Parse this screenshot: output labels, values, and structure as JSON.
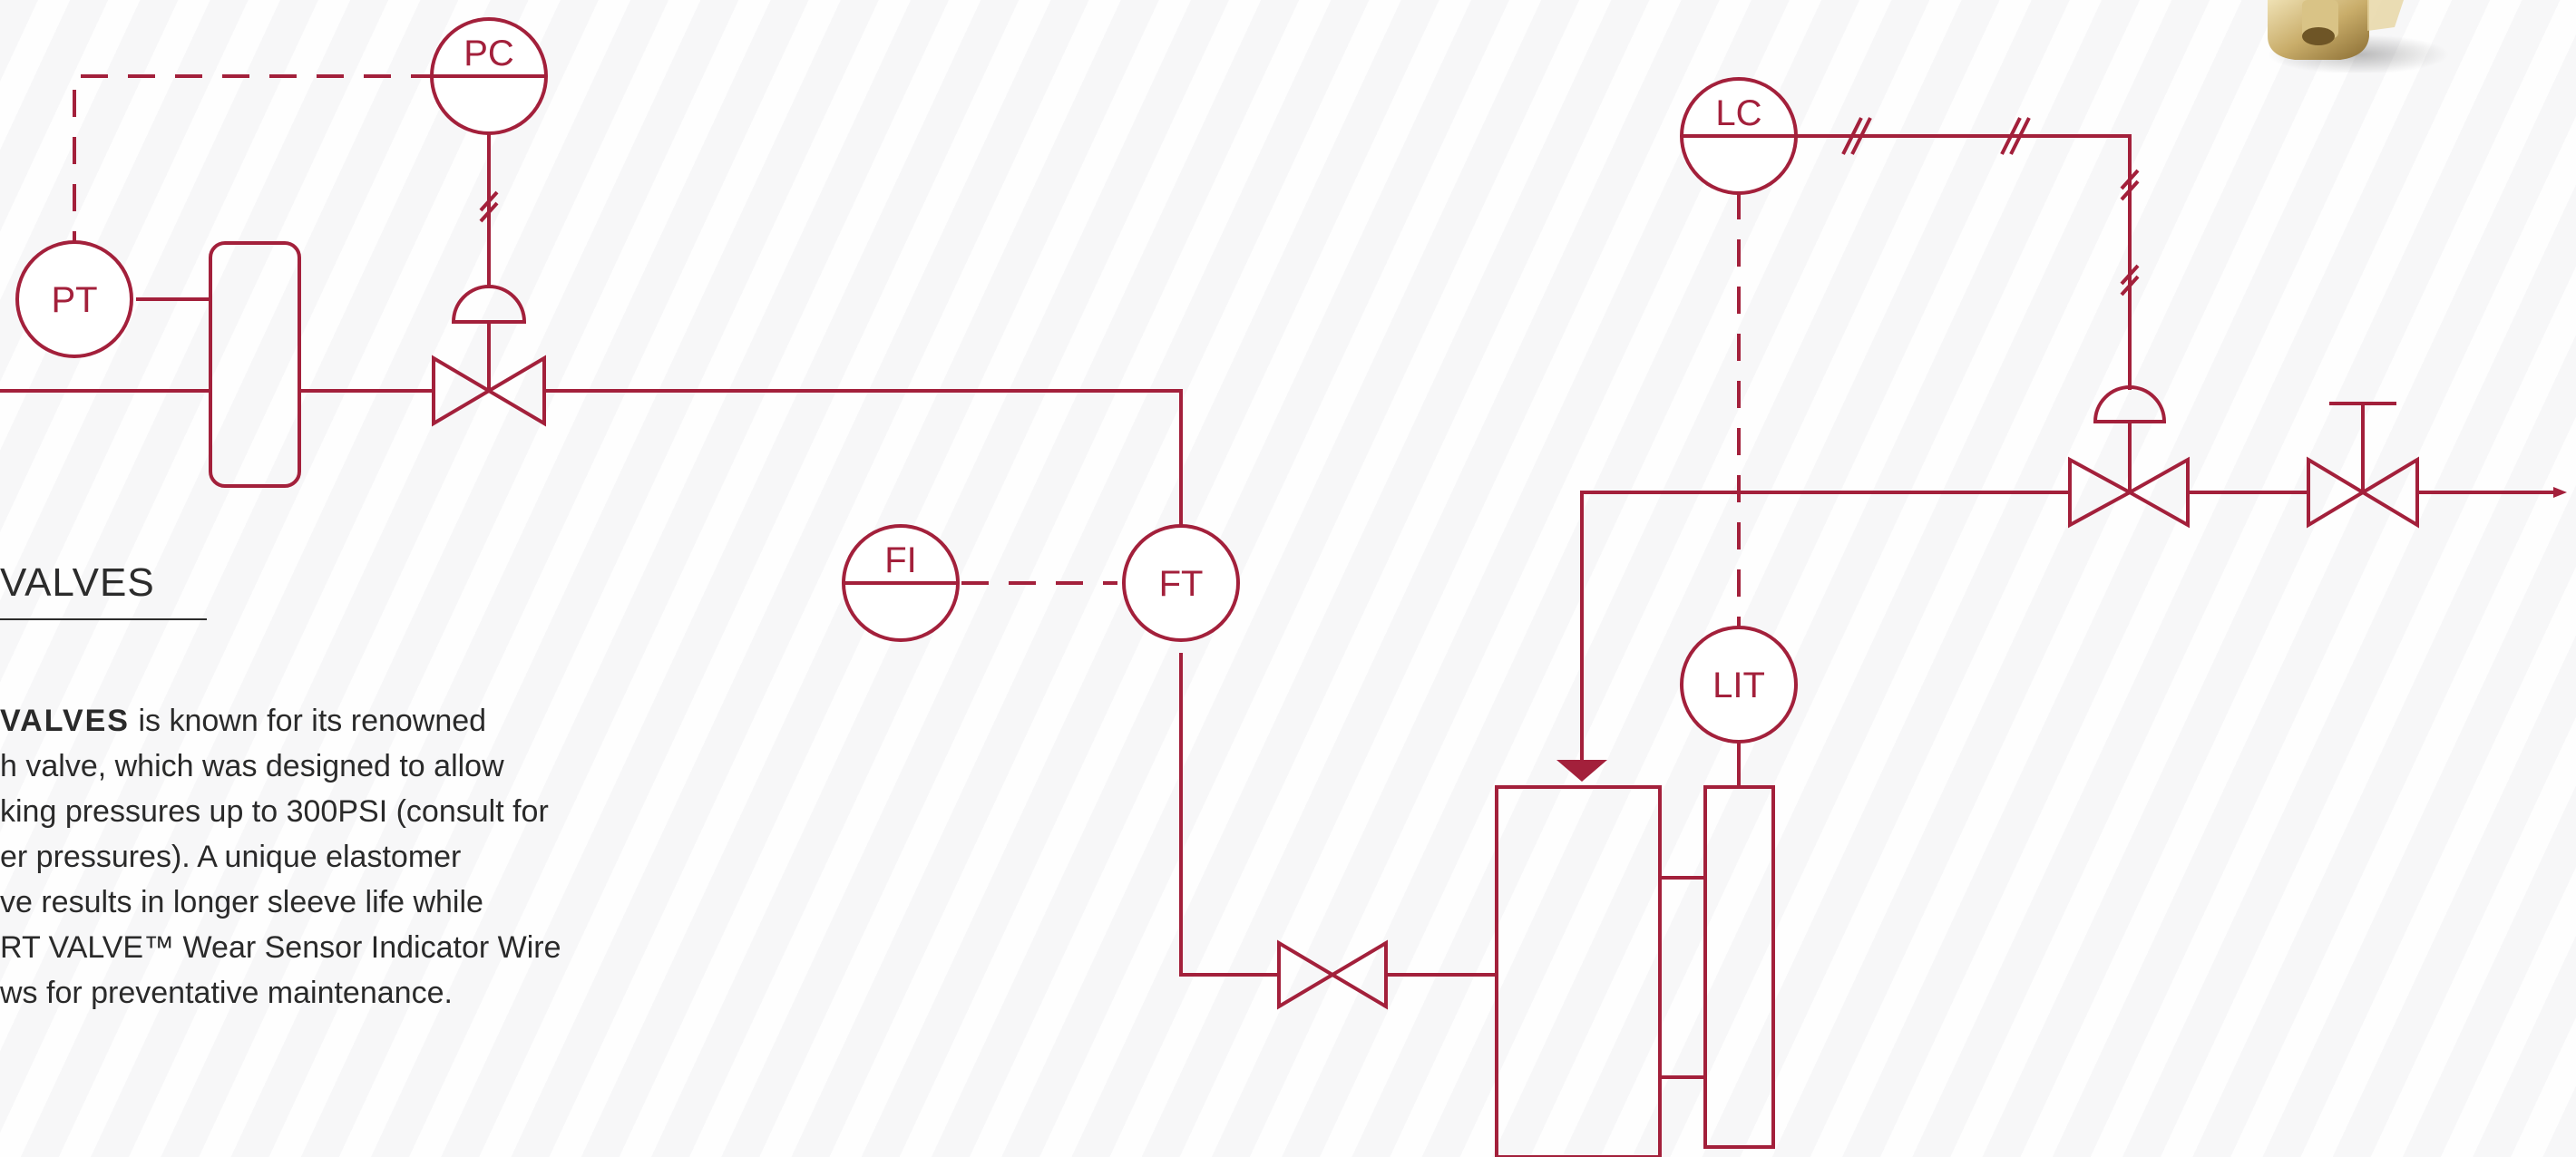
{
  "colors": {
    "line": "#a3203b",
    "text": "#2a2a2a",
    "background": "#f7f7f8"
  },
  "instruments": {
    "pc": "PC",
    "pt": "PT",
    "fi": "FI",
    "ft": "FT",
    "lc": "LC",
    "lit": "LIT"
  },
  "section": {
    "heading": "VALVES",
    "lines": [
      {
        "bold": "VALVES",
        "rest": " is known for its renowned"
      },
      {
        "bold": "",
        "rest": "h valve, which was designed to allow"
      },
      {
        "bold": "",
        "rest": "king pressures up to 300PSI (consult for"
      },
      {
        "bold": "",
        "rest": "er pressures). A unique elastomer"
      },
      {
        "bold": "",
        "rest": "ve results in longer sleeve life while"
      },
      {
        "bold": "",
        "rest": "RT VALVE™ Wear Sensor Indicator Wire"
      },
      {
        "bold": "",
        "rest": "ws for preventative maintenance."
      }
    ]
  },
  "product_image": "brass-valve-photo"
}
